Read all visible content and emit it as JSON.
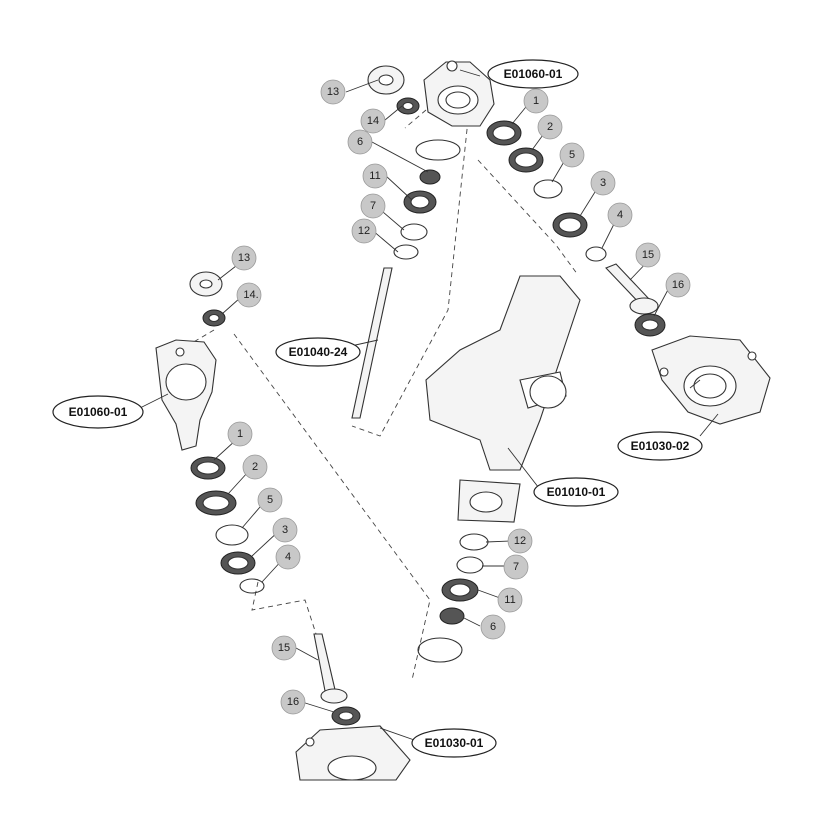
{
  "diagram": {
    "assembly_codes": {
      "top_housing": "E01060-01",
      "left_housing": "E01060-01",
      "shaft": "E01040-24",
      "center_tube": "E01010-01",
      "right_gearbox": "E01030-02",
      "bottom_gearbox": "E01030-01"
    },
    "upper_labels": {
      "p13": "13",
      "p14": "14",
      "p1": "1",
      "p2": "2",
      "p6": "6",
      "p5": "5",
      "p11": "11",
      "p3": "3",
      "p7": "7",
      "p4": "4",
      "p12": "12",
      "p15": "15",
      "p16": "16"
    },
    "left_labels": {
      "p13": "13",
      "p14": "14.",
      "p1": "1",
      "p2": "2",
      "p5": "5",
      "p3": "3",
      "p4": "4",
      "p15": "15",
      "p16": "16"
    },
    "center_labels": {
      "p12": "12",
      "p7": "7",
      "p11": "11",
      "p6": "6"
    }
  }
}
